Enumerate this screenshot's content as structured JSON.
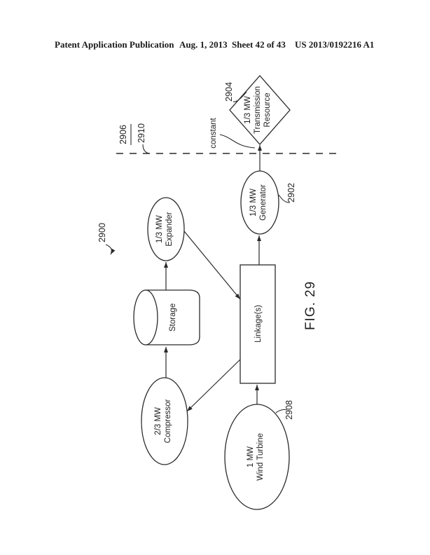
{
  "header": {
    "publication": "Patent Application Publication",
    "date": "Aug. 1, 2013",
    "sheet": "Sheet 42 of 43",
    "patent_id": "US 2013/0192216 A1"
  },
  "figure": {
    "label": "FIG. 29",
    "system_ref": "2900",
    "boundary_ref": "2906",
    "boundary_pointer_ref": "2910",
    "arrow_annotation": "constant",
    "transmission": {
      "line1": "1/3 MW",
      "line2": "Transmission",
      "line3": "Resource",
      "ref": "2904"
    },
    "generator": {
      "line1": "1/3 MW",
      "line2": "Generator",
      "ref": "2902"
    },
    "expander": {
      "line1": "1/3 MW",
      "line2": "Expander"
    },
    "storage": {
      "line1": "Storage"
    },
    "compressor": {
      "line1": "2/3 MW",
      "line2": "Compressor"
    },
    "wind_turbine": {
      "line1": "1 MW",
      "line2": "Wind Turbine",
      "ref": "2908"
    },
    "linkage": {
      "line1": "Linkage(s)"
    }
  }
}
